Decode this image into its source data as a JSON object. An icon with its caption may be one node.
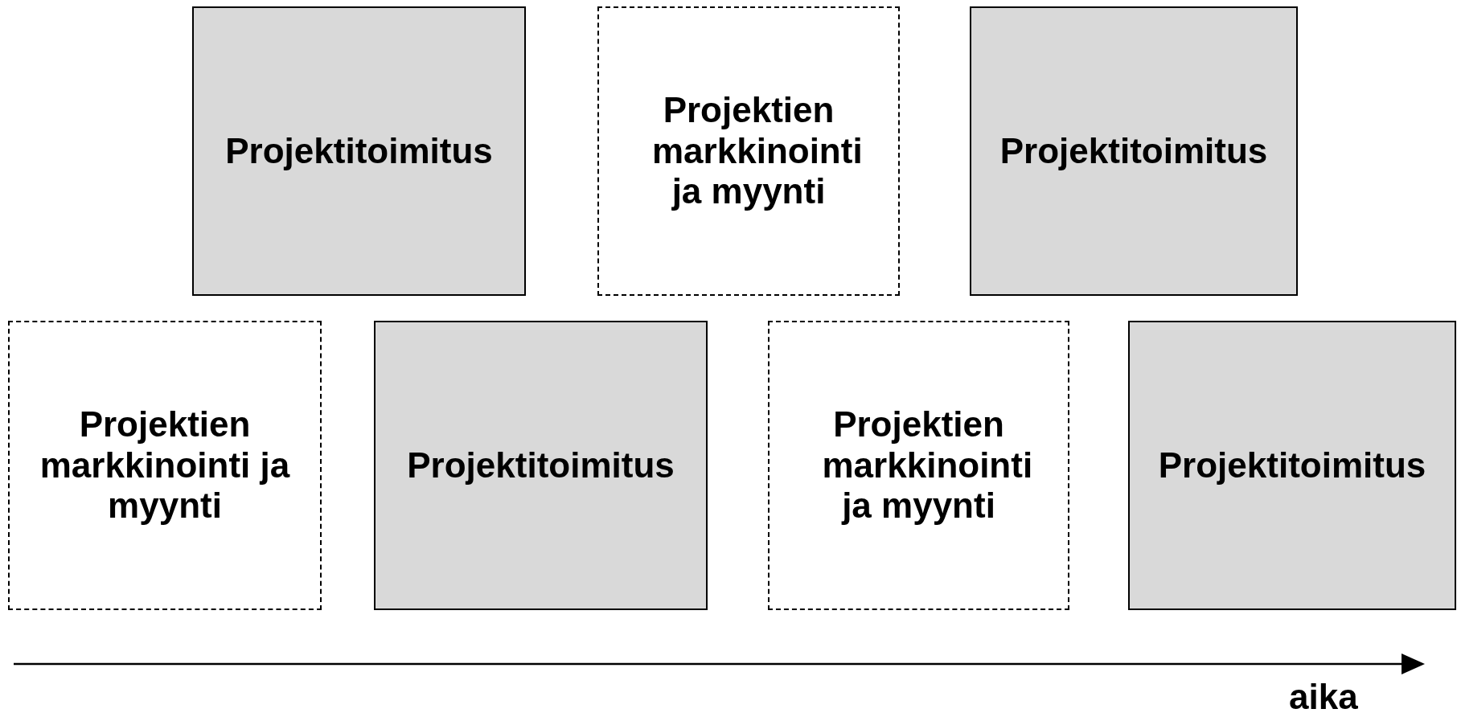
{
  "diagram": {
    "nodes": [
      {
        "text": [
          "Projektitoimitus"
        ]
      },
      {
        "text": [
          "Projektien markkinointi ja myynti"
        ]
      },
      {
        "text": [
          "Projektitoimitus"
        ]
      },
      {
        "text": [
          "Projektien markkinointi ja myynti"
        ]
      },
      {
        "text": [
          "Projektitoimitus"
        ]
      },
      {
        "text": [
          "Projektien markkinointi ja myynti"
        ]
      },
      {
        "text": [
          "Projektitoimitus"
        ]
      }
    ],
    "edges": [],
    "labels": [
      "aika"
    ]
  }
}
